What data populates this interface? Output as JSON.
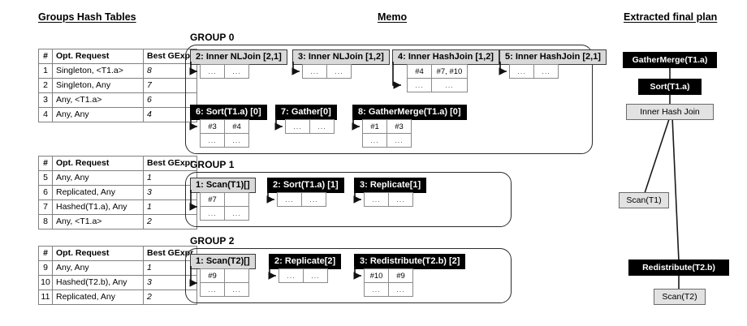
{
  "titles": {
    "groups_hash_tables": "Groups Hash Tables",
    "memo": "Memo",
    "extracted_final_plan": "Extracted final plan"
  },
  "hash_tables": {
    "columns": [
      "#",
      "Opt. Request",
      "Best GExpr"
    ],
    "tables": [
      {
        "name": "group-0-hash-table",
        "rows": [
          {
            "num": "1",
            "request": "Singleton,  <T1.a>",
            "best": "8"
          },
          {
            "num": "2",
            "request": "Singleton, Any",
            "best": "7"
          },
          {
            "num": "3",
            "request": "Any,  <T1.a>",
            "best": "6"
          },
          {
            "num": "4",
            "request": "Any,  Any",
            "best": "4"
          }
        ]
      },
      {
        "name": "group-1-hash-table",
        "rows": [
          {
            "num": "5",
            "request": "Any, Any",
            "best": "1"
          },
          {
            "num": "6",
            "request": "Replicated, Any",
            "best": "3"
          },
          {
            "num": "7",
            "request": "Hashed(T1.a), Any",
            "best": "1"
          },
          {
            "num": "8",
            "request": "Any, <T1.a>",
            "best": "2"
          }
        ]
      },
      {
        "name": "group-2-hash-table",
        "rows": [
          {
            "num": "9",
            "request": "Any, Any",
            "best": "1"
          },
          {
            "num": "10",
            "request": "Hashed(T2.b), Any",
            "best": "3"
          },
          {
            "num": "11",
            "request": "Replicated, Any",
            "best": "2"
          }
        ]
      }
    ]
  },
  "memo": {
    "groups": [
      {
        "label": "GROUP 0",
        "gexprs": [
          {
            "name": "gexpr-0-2",
            "title": "2: Inner NLJoin [2,1]",
            "style": "light",
            "cells": [
              "...",
              "..."
            ]
          },
          {
            "name": "gexpr-0-3",
            "title": "3: Inner NLJoin [1,2]",
            "style": "light",
            "cells": [
              "...",
              "..."
            ]
          },
          {
            "name": "gexpr-0-4",
            "title": "4: Inner HashJoin [1,2]",
            "style": "light",
            "cells": [
              "#4",
              "#7, #10",
              "...",
              "..."
            ]
          },
          {
            "name": "gexpr-0-5",
            "title": "5: Inner HashJoin [2,1]",
            "style": "light",
            "cells": [
              "...",
              "..."
            ]
          },
          {
            "name": "gexpr-0-6",
            "title": "6: Sort(T1.a) [0]",
            "style": "dark",
            "cells": [
              "#3",
              "#4",
              "...",
              "..."
            ]
          },
          {
            "name": "gexpr-0-7",
            "title": "7: Gather[0]",
            "style": "dark",
            "cells": [
              "...",
              "..."
            ]
          },
          {
            "name": "gexpr-0-8",
            "title": "8: GatherMerge(T1.a) [0]",
            "style": "dark",
            "cells": [
              "#1",
              "#3",
              "...",
              "..."
            ]
          }
        ]
      },
      {
        "label": "GROUP 1",
        "gexprs": [
          {
            "name": "gexpr-1-1",
            "title": "1: Scan(T1)[]",
            "style": "light",
            "cells": [
              "#7",
              "",
              "...",
              "..."
            ]
          },
          {
            "name": "gexpr-1-2",
            "title": "2: Sort(T1.a) [1]",
            "style": "dark",
            "cells": [
              "...",
              "..."
            ]
          },
          {
            "name": "gexpr-1-3",
            "title": "3: Replicate[1]",
            "style": "dark",
            "cells": [
              "...",
              "..."
            ]
          }
        ]
      },
      {
        "label": "GROUP 2",
        "gexprs": [
          {
            "name": "gexpr-2-1",
            "title": "1: Scan(T2)[]",
            "style": "light",
            "cells": [
              "#9",
              "",
              "...",
              "..."
            ]
          },
          {
            "name": "gexpr-2-2",
            "title": "2: Replicate[2]",
            "style": "dark",
            "cells": [
              "...",
              "..."
            ]
          },
          {
            "name": "gexpr-2-3",
            "title": "3: Redistribute(T2.b) [2]",
            "style": "dark",
            "cells": [
              "#10",
              "#9",
              "...",
              "..."
            ]
          }
        ]
      }
    ]
  },
  "final_plan": {
    "nodes": [
      {
        "name": "plan-node-gathermerge",
        "label": "GatherMerge(T1.a)",
        "style": "dark"
      },
      {
        "name": "plan-node-sort",
        "label": "Sort(T1.a)",
        "style": "dark"
      },
      {
        "name": "plan-node-inner-hash-join",
        "label": "Inner Hash Join",
        "style": "light"
      },
      {
        "name": "plan-node-scan-t1",
        "label": "Scan(T1)",
        "style": "light"
      },
      {
        "name": "plan-node-redistribute",
        "label": "Redistribute(T2.b)",
        "style": "dark"
      },
      {
        "name": "plan-node-scan-t2",
        "label": "Scan(T2)",
        "style": "light"
      }
    ]
  },
  "colors": {
    "dark_fill": "#000000",
    "light_fill": "#d9d9d9",
    "border": "#6a6a6a"
  }
}
